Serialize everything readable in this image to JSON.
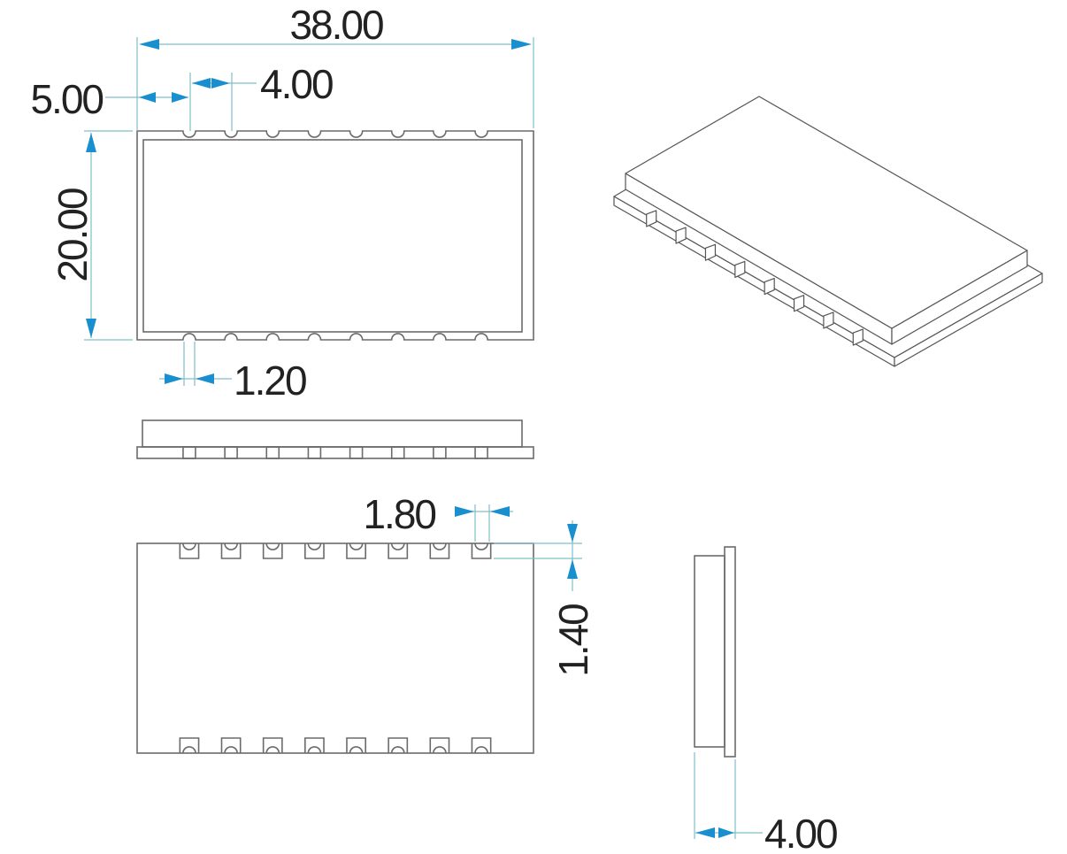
{
  "drawing": {
    "units": "mm",
    "colors": {
      "outline": "#6b6b6b",
      "dimension_line": "#7fbfc9",
      "arrow": "#1a8fd0",
      "text": "#222222",
      "background": "#ffffff"
    },
    "module": {
      "length": 38.0,
      "width": 20.0,
      "height": 4.0,
      "pads_per_side": 8,
      "pad_pitch": 4.0,
      "first_pad_offset": 5.0,
      "castellation_diameter": 1.2,
      "pad_width": 1.8,
      "pad_depth": 1.4
    },
    "views": {
      "top": {
        "dimensions": {
          "overall_length": "38.00",
          "first_pad_offset": "5.00",
          "pad_pitch": "4.00",
          "overall_width": "20.00",
          "castellation_diameter": "1.20"
        }
      },
      "side": {},
      "bottom": {
        "dimensions": {
          "pad_width": "1.80",
          "pad_depth": "1.40"
        }
      },
      "end": {
        "dimensions": {
          "height": "4.00"
        }
      },
      "isometric": {}
    }
  }
}
